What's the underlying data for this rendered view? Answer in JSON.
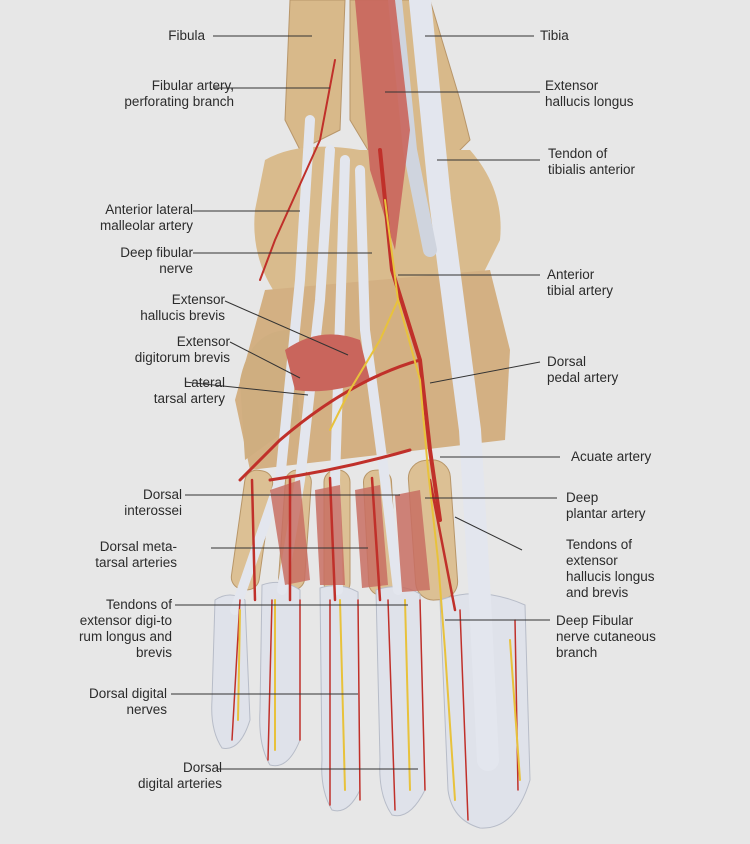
{
  "colors": {
    "background": "#e7e7e7",
    "bone": "#d8b98a",
    "tendon": "#dfe2ea",
    "muscle": "#c9655c",
    "artery": "#c0302a",
    "nerve": "#e8c23c",
    "leader": "#333333"
  },
  "labels_left": [
    {
      "id": "fibula",
      "text": "Fibula"
    },
    {
      "id": "fibular-artery",
      "text": "Fibular artery,\nperforating branch"
    },
    {
      "id": "ant-lat-malleolar",
      "text": "Anterior lateral\nmalleolar artery"
    },
    {
      "id": "deep-fibular-nerve",
      "text": "Deep fibular\nnerve"
    },
    {
      "id": "ext-hallucis-brevis",
      "text": "Extensor\nhallucis brevis"
    },
    {
      "id": "ext-digitorum-brevis",
      "text": "Extensor\ndigitorum brevis"
    },
    {
      "id": "lateral-tarsal",
      "text": "Lateral\ntarsal artery"
    },
    {
      "id": "dorsal-interossei",
      "text": "Dorsal\ninterossei"
    },
    {
      "id": "dorsal-metatarsal",
      "text": "Dorsal meta-\ntarsal arteries"
    },
    {
      "id": "tendons-ext-digitorum",
      "text": "Tendons of\nextensor digi-to\nrum longus and\nbrevis"
    },
    {
      "id": "dorsal-digital-nerves",
      "text": "Dorsal digital\nnerves"
    },
    {
      "id": "dorsal-digital-arteries",
      "text": "Dorsal\ndigital arteries"
    }
  ],
  "labels_right": [
    {
      "id": "tibia",
      "text": "Tibia"
    },
    {
      "id": "ext-hallucis-longus",
      "text": "Extensor\nhallucis longus"
    },
    {
      "id": "tendon-tibialis",
      "text": "Tendon of\ntibialis anterior"
    },
    {
      "id": "anterior-tibial",
      "text": "Anterior\ntibial artery"
    },
    {
      "id": "dorsal-pedal",
      "text": "Dorsal\npedal artery"
    },
    {
      "id": "acuate-artery",
      "text": "Acuate artery"
    },
    {
      "id": "deep-plantar",
      "text": "Deep\nplantar artery"
    },
    {
      "id": "tendons-ext-hallucis",
      "text": "Tendons of\nextensor\nhallucis longus\nand brevis"
    },
    {
      "id": "deep-fibular-cutaneous",
      "text": "Deep Fibular\nnerve cutaneous\nbranch"
    }
  ]
}
